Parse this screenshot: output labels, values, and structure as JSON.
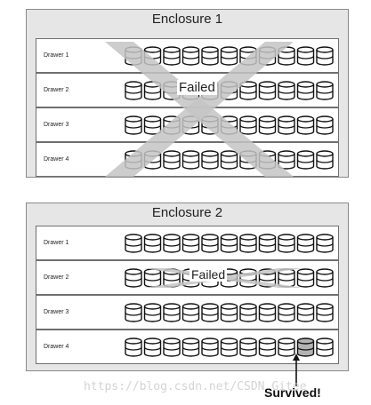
{
  "enclosures": [
    {
      "title": "Enclosure 1",
      "drawers": [
        "Drawer 1",
        "Drawer 2",
        "Drawer 3",
        "Drawer 4"
      ],
      "status": "Failed"
    },
    {
      "title": "Enclosure 2",
      "drawers": [
        "Drawer 1",
        "Drawer 2",
        "Drawer 3",
        "Drawer 4"
      ],
      "status": "Failed"
    }
  ],
  "disks_per_drawer": 11,
  "survived_label": "Survived!",
  "watermark": "https://blog.csdn.net/CSDN_Gitee",
  "colors": {
    "enclosure_bg": "#e6e6e6",
    "drawer_bg": "#ffffff",
    "failure_x": "#c4c4c4",
    "survived_disk": "#b3b3b3"
  }
}
